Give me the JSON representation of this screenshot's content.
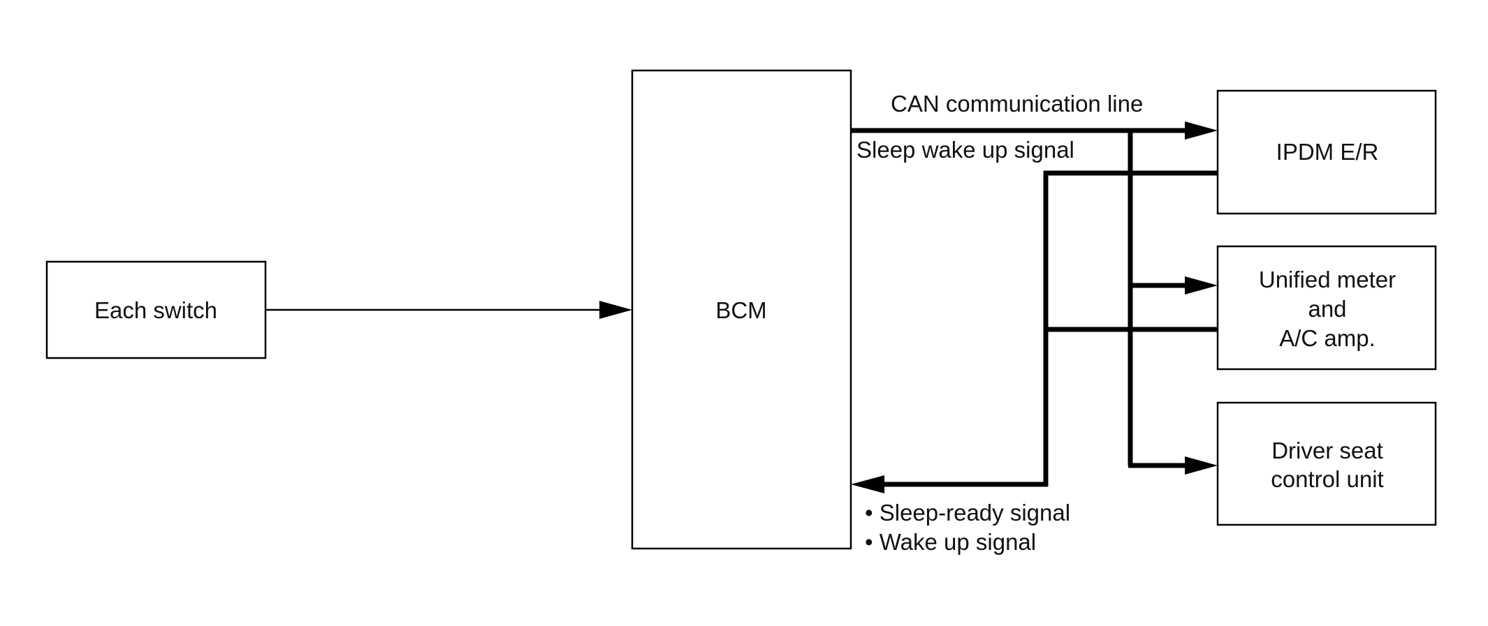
{
  "diagram": {
    "each_switch": "Each switch",
    "bcm": "BCM",
    "ipdm": "IPDM E/R",
    "meter": [
      "Unified meter",
      "and",
      "A/C amp."
    ],
    "driver_seat": [
      "Driver seat",
      "control unit"
    ],
    "can_line": "CAN communication line",
    "sleep_wake": "Sleep wake up signal",
    "sleep_ready": "• Sleep-ready signal",
    "wake_up": "• Wake up signal"
  }
}
